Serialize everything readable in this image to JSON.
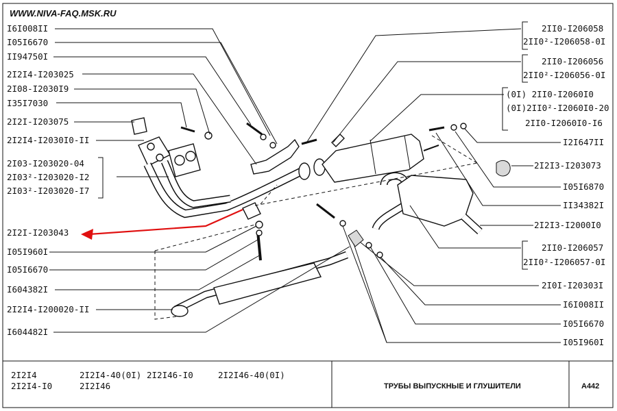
{
  "header": {
    "site": "WWW.NIVA-FAQ.MSK.RU"
  },
  "labels_left": [
    "I6I008II",
    "I05I6670",
    "II94750I",
    "2I2I4-I203025",
    "2I08-I2030I9",
    "I35I7030",
    "2I2I-I203075",
    "2I2I4-I2030I0-II",
    "2I03-I203020-04",
    "2I03²-I203020-I2",
    "2I03²-I203020-I7",
    "2I2I-I203043",
    "I05I960I",
    "I05I6670",
    "I604382I",
    "2I2I4-I200020-II",
    "I604482I"
  ],
  "labels_right": [
    "2II0-I206058",
    "2II0²-I206058-0I",
    "2II0-I206056",
    "2II0²-I206056-0I",
    "(0I)   2II0-I2060I0",
    "(0I)2II0²-I2060I0-20",
    "2II0-I2060I0-I6",
    "I2I647II",
    "2I2I3-I203073",
    "I05I6870",
    "II34382I",
    "2I2I3-I2000I0",
    "2II0-I206057",
    "2II0²-I206057-0I",
    "2I0I-I20303I",
    "I6I008II",
    "I05I6670",
    "I05I960I"
  ],
  "footer": {
    "models": [
      "2I2I4",
      "2I2I4-I0",
      "2I2I4-40(0I)",
      "2I2I46",
      "2I2I46-I0",
      "2I2I46-40(0I)"
    ],
    "title": "ТРУБЫ ВЫПУСКНЫЕ И ГЛУШИТЕЛИ",
    "code": "A442"
  },
  "colors": {
    "arrow": "#e01010",
    "ink": "#111111"
  }
}
